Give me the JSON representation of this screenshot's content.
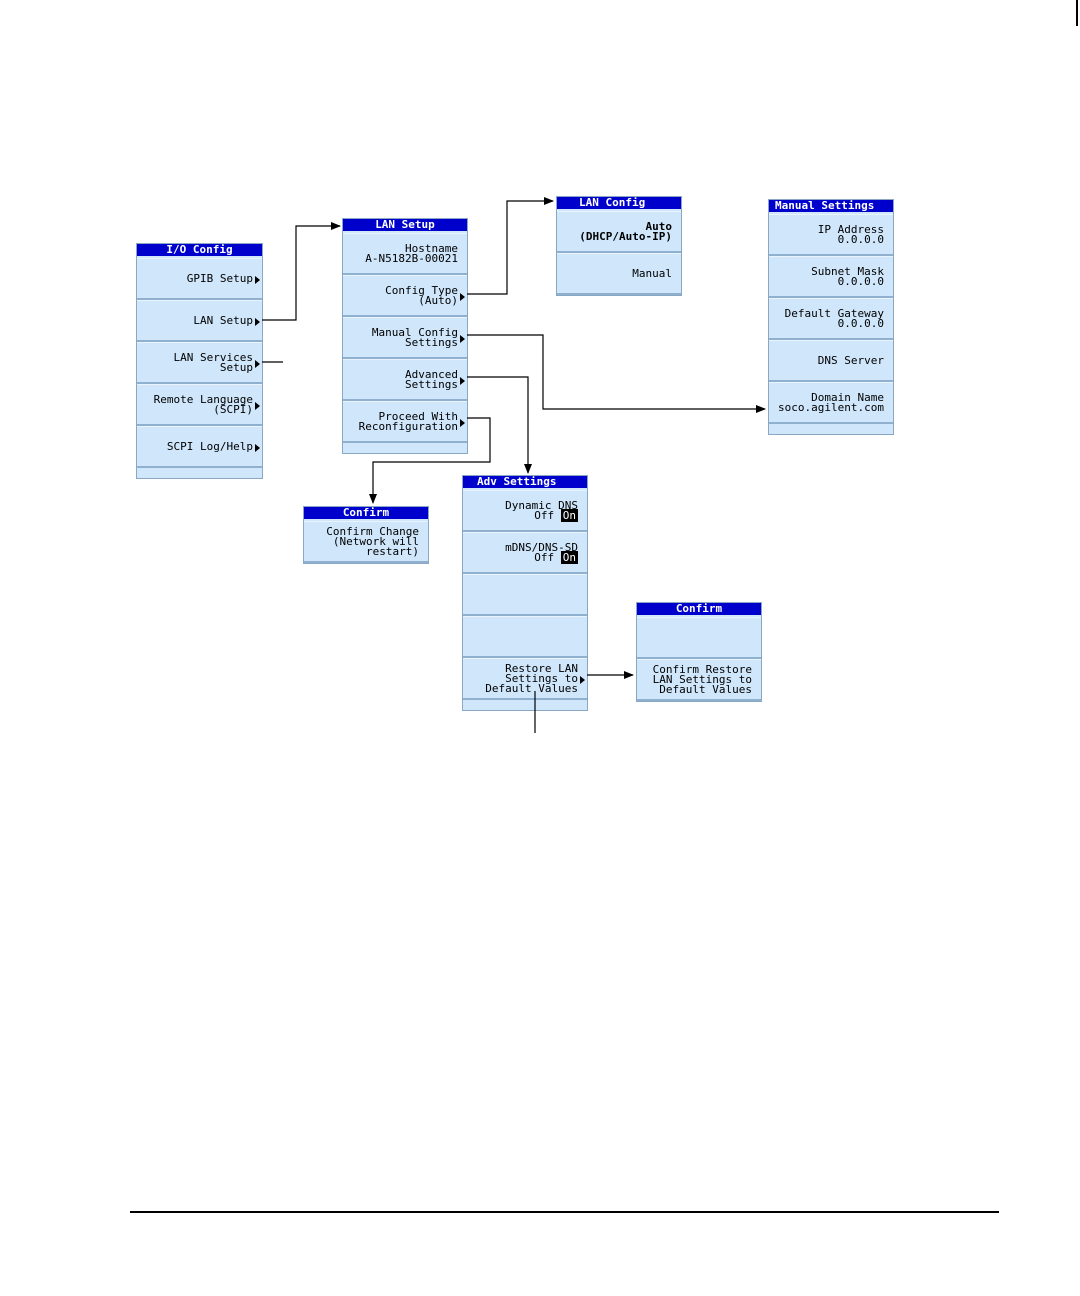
{
  "io_config": {
    "title": "I/O Config",
    "keys": [
      {
        "lines": [
          "GPIB Setup"
        ]
      },
      {
        "lines": [
          "LAN Setup"
        ]
      },
      {
        "lines": [
          "LAN Services",
          "Setup"
        ]
      },
      {
        "lines": [
          "Remote Language",
          "(SCPI)"
        ]
      },
      {
        "lines": [
          "SCPI Log/Help"
        ]
      }
    ]
  },
  "lan_setup": {
    "title": "LAN Setup",
    "keys": [
      {
        "lines": [
          "Hostname",
          "A-N5182B-00021"
        ]
      },
      {
        "lines": [
          "Config Type",
          "(Auto)"
        ]
      },
      {
        "lines": [
          "Manual Config",
          "Settings"
        ]
      },
      {
        "lines": [
          "Advanced",
          "Settings"
        ]
      },
      {
        "lines": [
          "Proceed With",
          "Reconfiguration"
        ]
      }
    ]
  },
  "lan_config": {
    "title": "LAN Config",
    "keys": [
      {
        "lines": [
          "Auto",
          "(DHCP/Auto-IP)"
        ]
      },
      {
        "lines": [
          "Manual"
        ]
      }
    ]
  },
  "manual_settings": {
    "title": "Manual Settings",
    "keys": [
      {
        "lines": [
          "IP Address",
          "0.0.0.0"
        ]
      },
      {
        "lines": [
          "Subnet Mask",
          "0.0.0.0"
        ]
      },
      {
        "lines": [
          "Default Gateway",
          "0.0.0.0"
        ]
      },
      {
        "lines": [
          "DNS Server"
        ]
      },
      {
        "lines": [
          "Domain Name",
          "soco.agilent.com"
        ]
      }
    ]
  },
  "confirm_reconfig": {
    "title": "Confirm",
    "keys": [
      {
        "lines": [
          "Confirm Change",
          "(Network will",
          "restart)"
        ]
      }
    ]
  },
  "adv_settings": {
    "title": "Adv Settings",
    "keys": [
      {
        "label": "Dynamic DNS",
        "off": "Off",
        "on": "On"
      },
      {
        "label": "mDNS/DNS-SD",
        "off": "Off",
        "on": "On"
      },
      {
        "lines": []
      },
      {
        "lines": []
      },
      {
        "lines": [
          "Restore LAN",
          "Settings to",
          "Default Values"
        ]
      }
    ]
  },
  "confirm_restore": {
    "title": "Confirm",
    "keys": [
      {
        "lines": []
      },
      {
        "lines": [
          "Confirm Restore",
          "LAN Settings to",
          "Default Values"
        ]
      }
    ]
  },
  "colors": {
    "title_bar": "#0000cc",
    "softkey_bg": "#cfe6fb",
    "line": "#000000"
  }
}
